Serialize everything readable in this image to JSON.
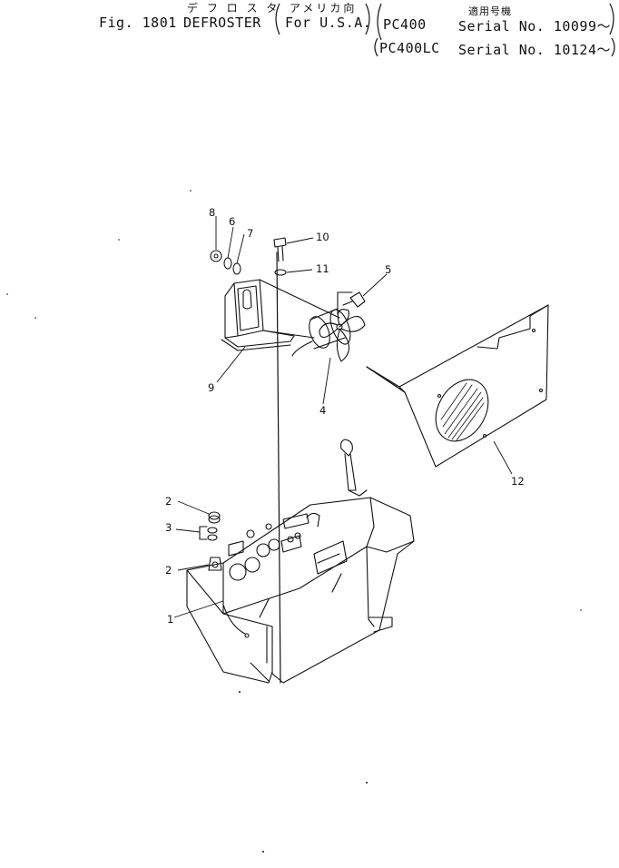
{
  "header": {
    "fig_label": "Fig. 1801",
    "title_en": "DEFROSTER",
    "title_jp": "デ フ ロ ス タ",
    "market_en": "For U.S.A.",
    "market_jp": "アメリカ向",
    "applicability_jp": "適用号機",
    "applicability": [
      {
        "model": "PC400",
        "serial": "Serial No. 10099～"
      },
      {
        "model": "PC400LC",
        "serial": "Serial No. 10124～"
      }
    ]
  },
  "callouts": [
    "1",
    "2",
    "2",
    "3",
    "4",
    "5",
    "6",
    "7",
    "8",
    "9",
    "10",
    "11",
    "12"
  ],
  "colors": {
    "ink": "#111111",
    "paper": "#ffffff"
  }
}
